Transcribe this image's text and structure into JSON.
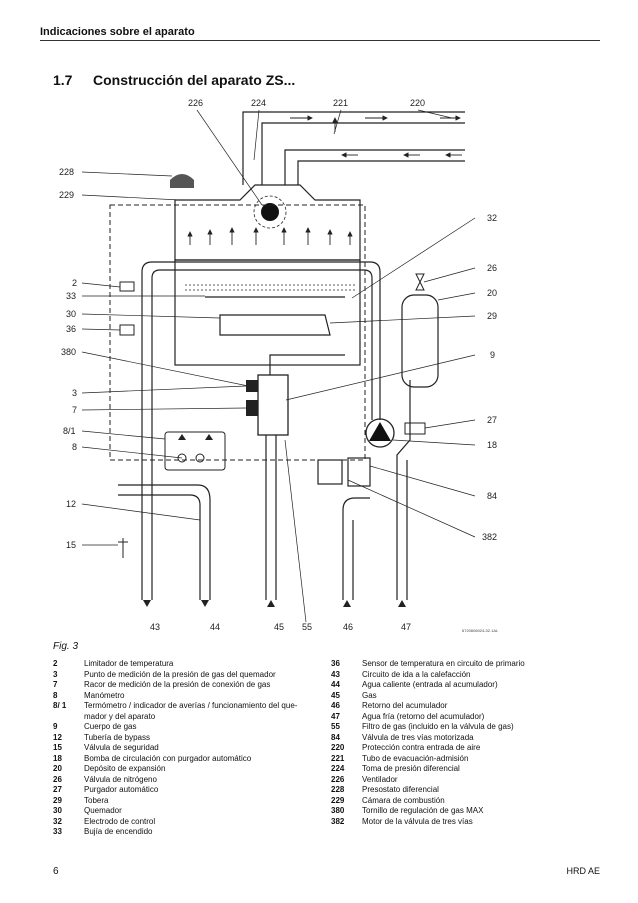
{
  "header": {
    "title": "Indicaciones sobre el aparato"
  },
  "section": {
    "number": "1.7",
    "title": "Construcción del aparato ZS..."
  },
  "diagram": {
    "labels_top": [
      "226",
      "224",
      "221",
      "220"
    ],
    "labels_left": [
      "228",
      "229",
      "2",
      "33",
      "30",
      "36",
      "380",
      "3",
      "7",
      "8/1",
      "8",
      "12",
      "15"
    ],
    "labels_right": [
      "32",
      "26",
      "20",
      "29",
      "9",
      "27",
      "18",
      "84",
      "382"
    ],
    "labels_bottom": [
      "43",
      "44",
      "45",
      "55",
      "46",
      "47"
    ],
    "drawing_code": "6720606024-02.1AL"
  },
  "figure": {
    "caption": "Fig. 3"
  },
  "legend_left": [
    {
      "key": "2",
      "text": "Limitador de temperatura"
    },
    {
      "key": "3",
      "text": "Punto de medición de la presión de gas del quemador"
    },
    {
      "key": "7",
      "text": "Racor de medición de la presión de conexión de gas"
    },
    {
      "key": "8",
      "text": "Manómetro"
    },
    {
      "key": "8/ 1",
      "text": "Termómetro / indicador de averías / funcionamiento del que-mador y del aparato"
    },
    {
      "key": "9",
      "text": "Cuerpo de gas"
    },
    {
      "key": "12",
      "text": "Tubería de bypass"
    },
    {
      "key": "15",
      "text": "Válvula de seguridad"
    },
    {
      "key": "18",
      "text": "Bomba de circulación con purgador automático"
    },
    {
      "key": "20",
      "text": "Depósito de expansión"
    },
    {
      "key": "26",
      "text": "Válvula de nitrógeno"
    },
    {
      "key": "27",
      "text": "Purgador automático"
    },
    {
      "key": "29",
      "text": "Tobera"
    },
    {
      "key": "30",
      "text": "Quemador"
    },
    {
      "key": "32",
      "text": "Electrodo de control"
    },
    {
      "key": "33",
      "text": "Bujía de encendido"
    }
  ],
  "legend_right": [
    {
      "key": "36",
      "text": "Sensor de temperatura en circuito de primario"
    },
    {
      "key": "43",
      "text": "Circuito de ida a la calefacción"
    },
    {
      "key": "44",
      "text": "Agua caliente (entrada al acumulador)"
    },
    {
      "key": "45",
      "text": "Gas"
    },
    {
      "key": "46",
      "text": "Retorno del acumulador"
    },
    {
      "key": "47",
      "text": "Agua fría (retorno del acumulador)"
    },
    {
      "key": "55",
      "text": "Filtro de gas (incluido en la válvula de gas)"
    },
    {
      "key": "84",
      "text": "Válvula de tres vías motorizada"
    },
    {
      "key": "220",
      "text": "Protección contra entrada de aire"
    },
    {
      "key": "221",
      "text": "Tubo de evacuación-admisión"
    },
    {
      "key": "224",
      "text": "Toma de presión diferencial"
    },
    {
      "key": "226",
      "text": "Ventilador"
    },
    {
      "key": "228",
      "text": "Presostato diferencial"
    },
    {
      "key": "229",
      "text": "Cámara de combustión"
    },
    {
      "key": "380",
      "text": "Tornillo de regulación de gas MAX"
    },
    {
      "key": "382",
      "text": "Motor de la válvula de tres vías"
    }
  ],
  "footer": {
    "page": "6",
    "code": "HRD AE"
  }
}
